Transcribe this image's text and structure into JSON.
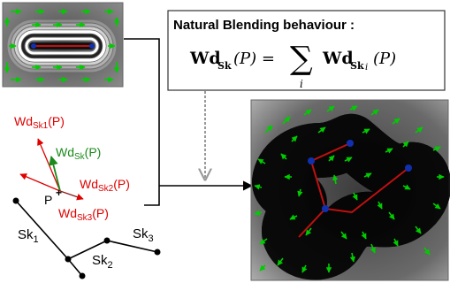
{
  "formula_box": {
    "title": "Natural Blending behaviour :",
    "equation": {
      "lhs": "Wd",
      "lhs_sub": "Sk",
      "lhs_arg": "(P) =",
      "sum_symbol": "∑",
      "sum_index": "i",
      "rhs": "Wd",
      "rhs_sub": "Sk",
      "rhs_sub_index": "i",
      "rhs_arg": "(P)"
    }
  },
  "vector_labels": {
    "wd_sk1": {
      "main": "Wd",
      "sub": "Sk1",
      "arg": "(P)"
    },
    "wd_sk": {
      "main": "Wd",
      "sub": "Sk",
      "arg": "(P)"
    },
    "wd_sk2": {
      "main": "Wd",
      "sub": "Sk2",
      "arg": "(P)"
    },
    "wd_sk3": {
      "main": "Wd",
      "sub": "Sk3",
      "arg": "(P)"
    },
    "point": "P"
  },
  "skeleton_labels": {
    "sk1": {
      "main": "Sk",
      "sub": "1"
    },
    "sk2": {
      "main": "Sk",
      "sub": "2"
    },
    "sk3": {
      "main": "Sk",
      "sub": "3"
    }
  },
  "colors": {
    "sk_vectors": "#e00000",
    "blended_vector": "#1a8a1a",
    "field_arrows": "#00cc00",
    "skeleton_red": "#c01010",
    "skeleton_nodes": "#1030b0",
    "connector": "#000000",
    "dashed_arrow": "#999999"
  }
}
